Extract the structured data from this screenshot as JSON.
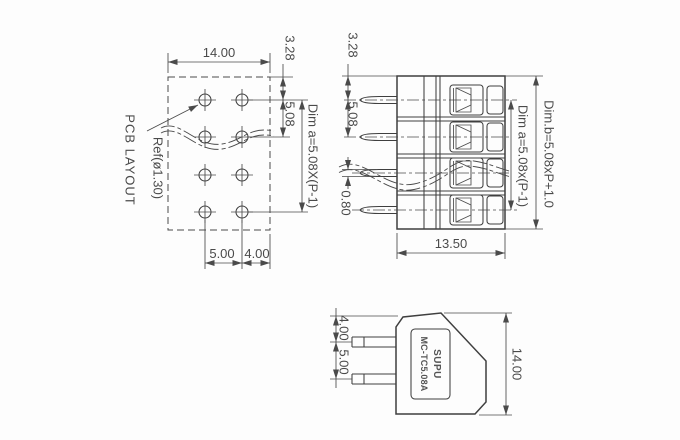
{
  "colors": {
    "line": "#3f3f3f",
    "text": "#4a4a4a",
    "background": "#fdfdfd"
  },
  "pcb_view": {
    "label": "PCB LAYOUT",
    "ref_note": "Ref(ø1.30)",
    "dim_width": "14.00",
    "dim_top": "3.28",
    "dim_pitch": "5.08",
    "dim_formula_a": "Dim a=5.08X(P-1)",
    "dim_col_spacing": "5.00",
    "dim_edge": "4.00"
  },
  "front_view": {
    "dim_top": "3.28",
    "dim_pitch": "5.08",
    "dim_pin_thickness": "0.80",
    "dim_depth": "13.50",
    "dim_formula_a": "Dim a=5.08x(P-1)",
    "dim_formula_b": "Dim.b=5.08xP+1.0"
  },
  "side_view": {
    "brand": "SUPU",
    "model": "MC-TC5.08A",
    "dim_pin_offset": "4.00",
    "dim_pin_spacing": "5.00",
    "dim_height": "14.00"
  }
}
